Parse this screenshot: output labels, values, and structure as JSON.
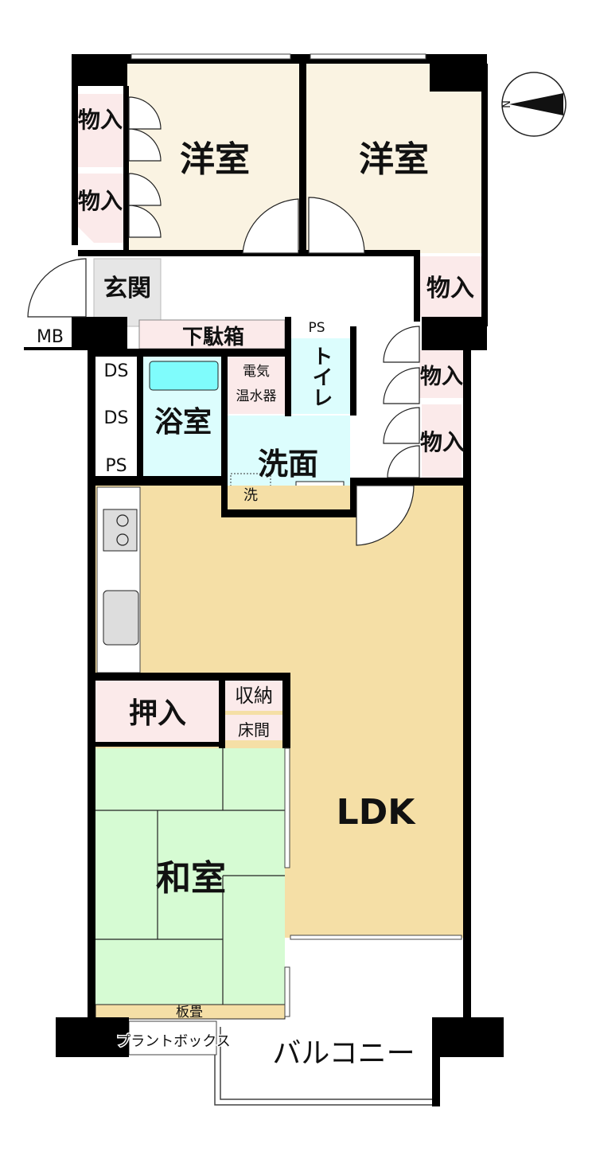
{
  "colors": {
    "western_room": "#faf3e2",
    "storage": "#fbeaea",
    "ldk": "#f5dfa6",
    "japanese_room": "#d6fbd3",
    "wet_area": "#dcfdfd",
    "bathtub": "#7ffcfc",
    "entrance": "#e6e6e6",
    "wall": "#000000"
  },
  "rooms": {
    "western_room_1": "洋室",
    "western_room_2": "洋室",
    "storage_1": "物入",
    "storage_2": "物入",
    "storage_3": "物入",
    "storage_4": "物入",
    "storage_5": "物入",
    "entrance": "玄関",
    "meter_box": "MB",
    "shoe_box": "下駄箱",
    "pipe_space_top": "PS",
    "toilet": "トイレ",
    "duct_space_1": "DS",
    "duct_space_2": "DS",
    "pipe_space_side": "PS",
    "bathroom": "浴室",
    "water_heater_line1": "電気",
    "water_heater_line2": "温水器",
    "washroom": "洗面",
    "washer": "洗",
    "ldk": "LDK",
    "closet": "押入",
    "storage_small": "収納",
    "alcove": "床間",
    "japanese_room": "和室",
    "wood_floor": "板畳",
    "plant_box": "プラントボックス",
    "balcony": "バルコニー"
  },
  "compass": {
    "label": "N",
    "icon": "north-arrow-icon"
  }
}
